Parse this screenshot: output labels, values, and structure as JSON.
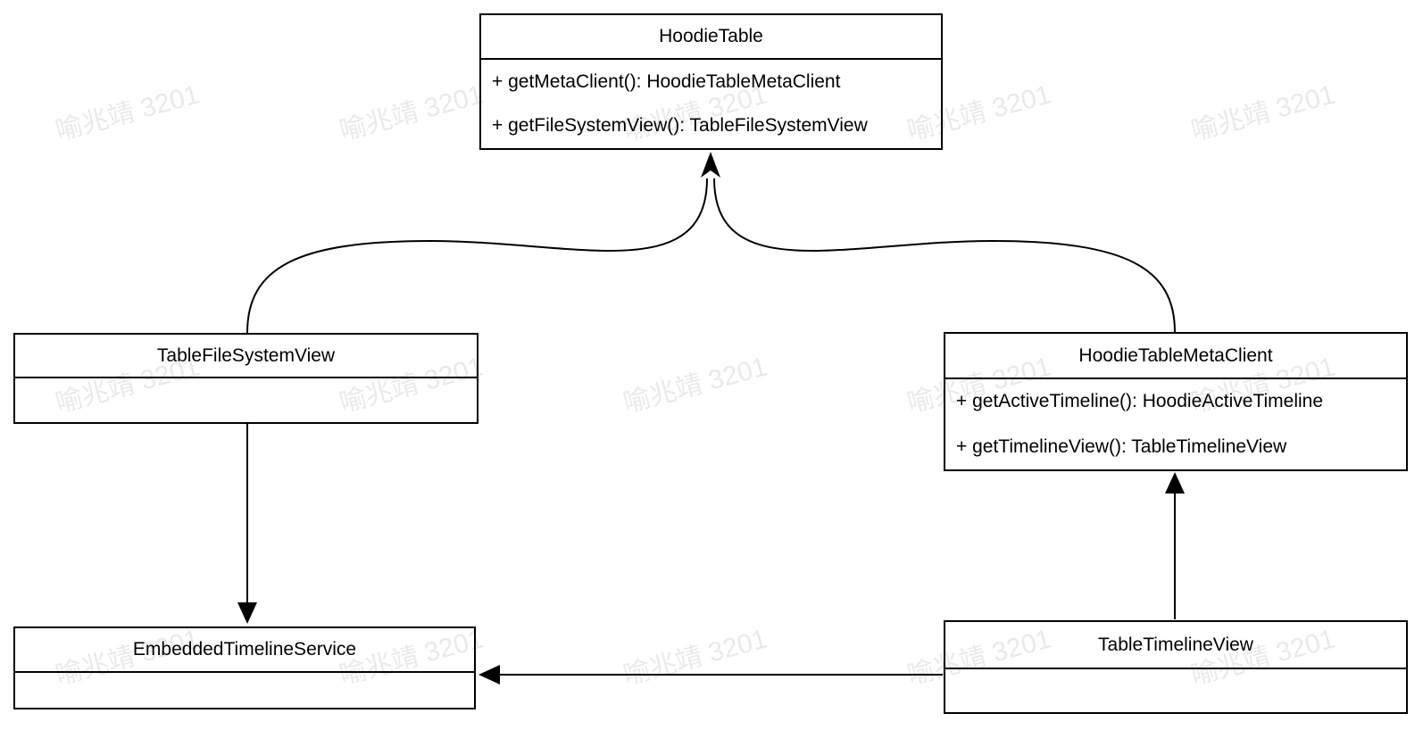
{
  "diagram": {
    "classes": [
      {
        "name": "HoodieTable",
        "methods": [
          "+ getMetaClient(): HoodieTableMetaClient",
          "+ getFileSystemView(): TableFileSystemView"
        ]
      },
      {
        "name": "TableFileSystemView",
        "methods": []
      },
      {
        "name": "HoodieTableMetaClient",
        "methods": [
          "+ getActiveTimeline(): HoodieActiveTimeline",
          "+ getTimelineView(): TableTimelineView"
        ]
      },
      {
        "name": "EmbeddedTimelineService",
        "methods": []
      },
      {
        "name": "TableTimelineView",
        "methods": []
      }
    ],
    "relations": [
      {
        "from": "TableFileSystemView",
        "to": "HoodieTable",
        "style": "curved-arrow"
      },
      {
        "from": "HoodieTableMetaClient",
        "to": "HoodieTable",
        "style": "curved-arrow"
      },
      {
        "from": "TableFileSystemView",
        "to": "EmbeddedTimelineService",
        "style": "straight-arrow"
      },
      {
        "from": "TableTimelineView",
        "to": "HoodieTableMetaClient",
        "style": "straight-arrow"
      },
      {
        "from": "TableTimelineView",
        "to": "EmbeddedTimelineService",
        "style": "straight-arrow"
      }
    ],
    "line_color": "#000000",
    "background_color": "#ffffff",
    "watermark": {
      "text": "喻兆靖 3201",
      "color": "rgba(0,0,0,0.085)"
    }
  }
}
